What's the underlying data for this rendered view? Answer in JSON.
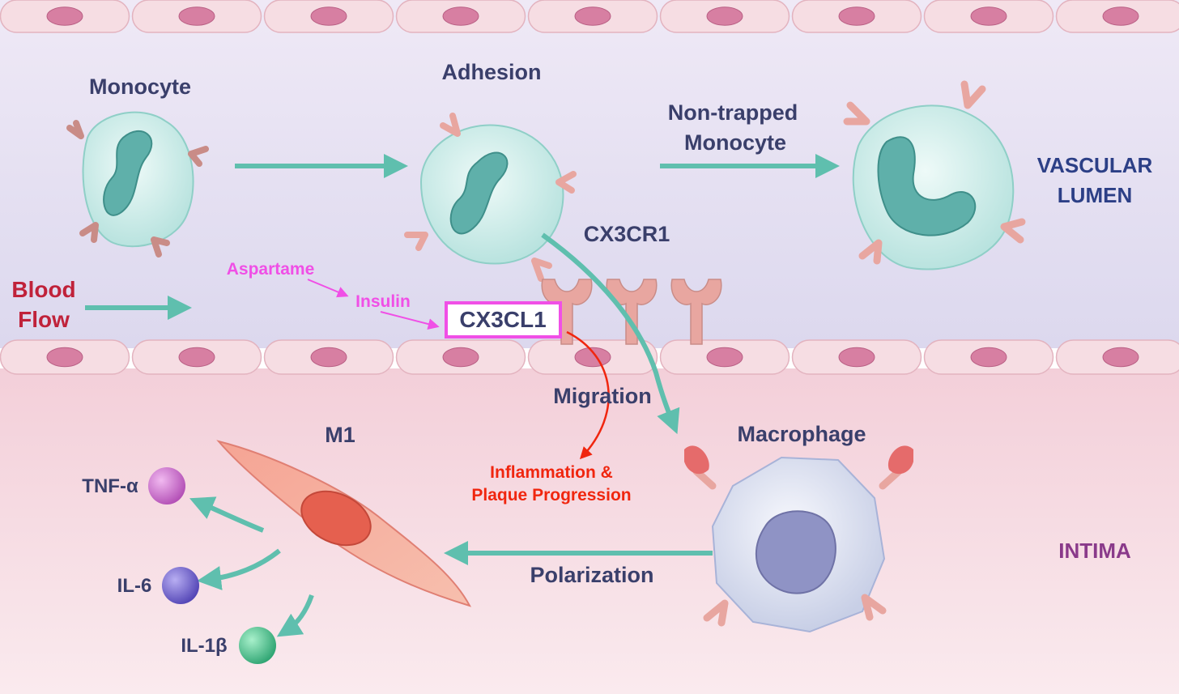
{
  "labels": {
    "monocyte": "Monocyte",
    "adhesion": "Adhesion",
    "non_trapped_1": "Non-trapped",
    "non_trapped_2": "Monocyte",
    "vascular_1": "VASCULAR",
    "vascular_2": "LUMEN",
    "cx3cr1": "CX3CR1",
    "blood_1": "Blood",
    "blood_2": "Flow",
    "aspartame": "Aspartame",
    "insulin": "Insulin",
    "cx3cl1": "CX3CL1",
    "migration": "Migration",
    "m1": "M1",
    "macrophage": "Macrophage",
    "inflammation_1": "Inflammation &",
    "inflammation_2": "Plaque Progression",
    "polarization": "Polarization",
    "intima": "INTIMA",
    "tnf": "TNF-α",
    "il6": "IL-6",
    "il1b": "IL-1β"
  },
  "colors": {
    "lumen": "#e6e2f2",
    "intima": "#f5dde4",
    "arrow_teal": "#5fbfae",
    "cell_teal": "#cfeeea",
    "receptor": "#e8a6a0",
    "pink_text": "#f04fe6",
    "red_text": "#f0260f",
    "blood_flow": "#c0223a",
    "tnf_ball": "#c666c7",
    "il6_ball": "#6d5fc9",
    "il1b_ball": "#3fbf8a"
  }
}
